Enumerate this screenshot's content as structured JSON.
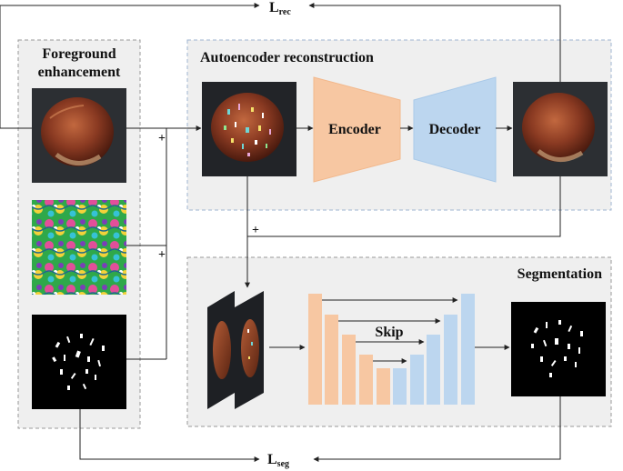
{
  "labels": {
    "loss_rec_main": "L",
    "loss_rec_sub": "rec",
    "loss_seg_main": "L",
    "loss_seg_sub": "seg",
    "fg_title_line1": "Foreground",
    "fg_title_line2": "enhancement",
    "ae_title": "Autoencoder reconstruction",
    "seg_title": "Segmentation",
    "encoder": "Encoder",
    "decoder": "Decoder",
    "skip": "Skip",
    "plus_1": "+",
    "plus_2": "+",
    "plus_3": "+"
  },
  "colors": {
    "encoder": "#f7c7a2",
    "decoder": "#bcd6ef",
    "panel_fill": "#efefef",
    "panel_border_gray": "#9a9a9a",
    "panel_border_blue": "#9fb4d0",
    "hazelnut": "#8a3a22"
  }
}
